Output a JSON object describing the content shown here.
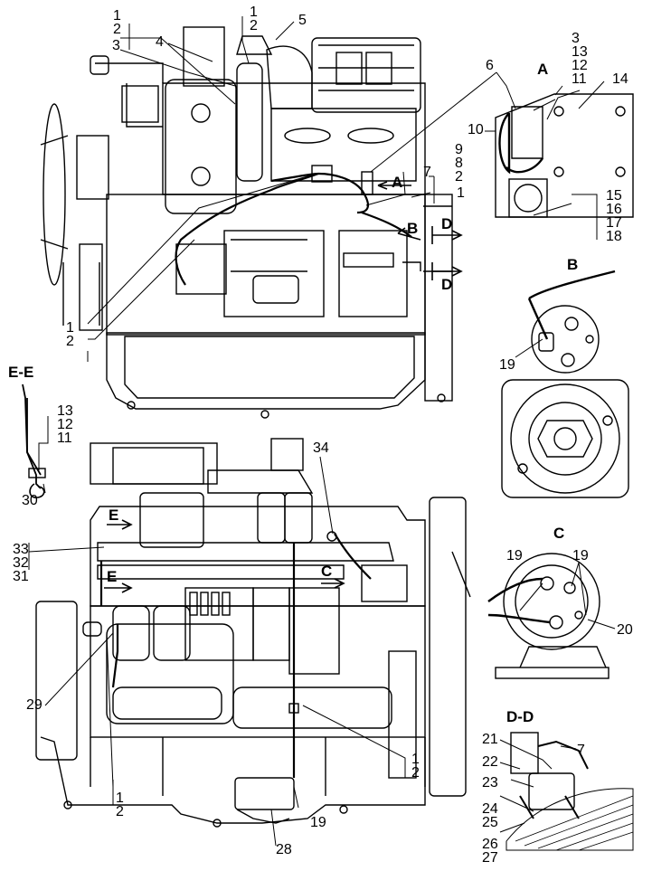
{
  "sections": {
    "A": "A",
    "B": "B",
    "C": "C",
    "DD": "D-D",
    "EE": "E-E",
    "D_top": "D",
    "D_bottom": "D",
    "E_top": "E",
    "E_bottom": "E",
    "arrow_A": "A",
    "arrow_B": "B",
    "arrow_C": "C"
  },
  "callouts": {
    "top_1_2": [
      "1",
      "2"
    ],
    "top_3": "3",
    "top_4": "4",
    "top_1_2_center": [
      "1",
      "2"
    ],
    "top_5": "5",
    "top_6": "6",
    "top_7": "7",
    "top_1_right": "1",
    "top_9_8_2": [
      "9",
      "8",
      "2"
    ],
    "top_1_2_bottom": [
      "1",
      "2"
    ],
    "a_3_13_12_11": [
      "3",
      "13",
      "12",
      "11"
    ],
    "a_14": "14",
    "a_10": "10",
    "a_15_16_17_18": [
      "15",
      "16",
      "17",
      "18"
    ],
    "b_19": "19",
    "ee_13_12_11": [
      "13",
      "12",
      "11"
    ],
    "ee_30": "30",
    "bot_34": "34",
    "bot_33_32_31": [
      "33",
      "32",
      "31"
    ],
    "c_19_left": "19",
    "c_19_right": "19",
    "c_20": "20",
    "bot_29": "29",
    "bot_1_2_left": [
      "1",
      "2"
    ],
    "bot_1_2_right": [
      "1",
      "2"
    ],
    "bot_19": "19",
    "bot_28": "28",
    "dd_21": "21",
    "dd_7": "7",
    "dd_22": "22",
    "dd_23": "23",
    "dd_24_25": [
      "24",
      "25"
    ],
    "dd_26_27": [
      "26",
      "27"
    ]
  }
}
